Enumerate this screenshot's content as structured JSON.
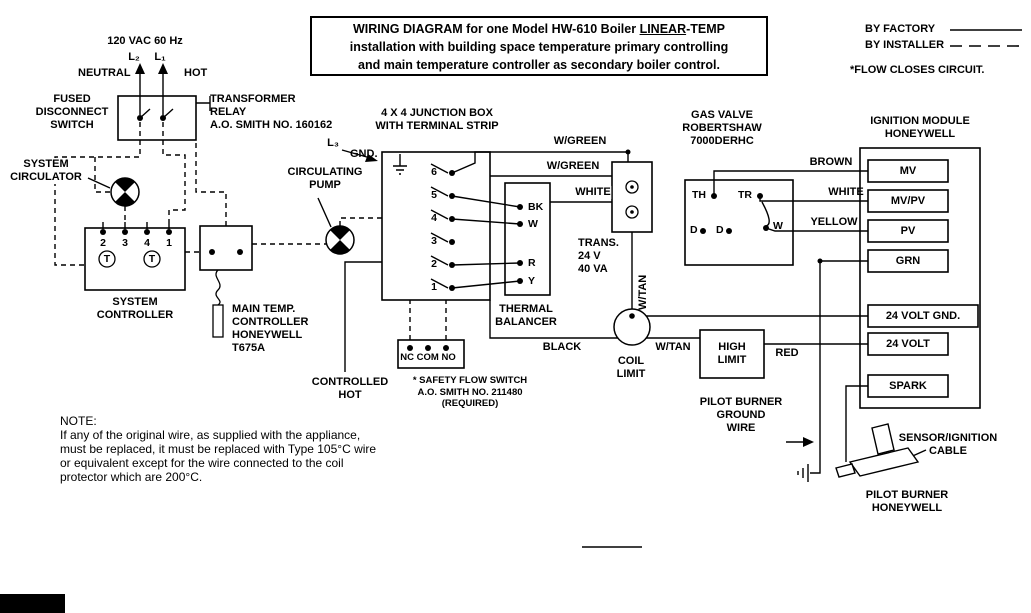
{
  "title": {
    "line1_pre": "WIRING DIAGRAM for one Model HW-610 Boiler ",
    "line1_underlined": "LINEAR",
    "line1_post": "-TEMP",
    "line2": "installation with building space temperature primary controlling",
    "line3": "and main temperature controller as secondary boiler control."
  },
  "legend": {
    "factory": "BY FACTORY",
    "installer": "BY INSTALLER",
    "flow": "*FLOW CLOSES CIRCUIT."
  },
  "power": {
    "supply": "120 VAC 60 Hz",
    "l2": "L₂",
    "l1": "L₁",
    "l3": "L₃",
    "neutral": "NEUTRAL",
    "hot": "HOT"
  },
  "labels": {
    "fused_disconnect": "FUSED\nDISCONNECT\nSWITCH",
    "transformer_relay": "TRANSFORMER\nRELAY\nA.O. SMITH NO. 160162",
    "system_circulator": "SYSTEM\nCIRCULATOR",
    "system_controller": "SYSTEM\nCONTROLLER",
    "main_temp_controller": "MAIN TEMP.\nCONTROLLER\nHONEYWELL\nT675A",
    "circulating_pump": "CIRCULATING\nPUMP",
    "junction_box": "4 X 4 JUNCTION BOX\nWITH TERMINAL STRIP",
    "gnd": "GND.",
    "thermal_balancer": "THERMAL\nBALANCER",
    "flow_switch": "* SAFETY FLOW SWITCH\nA.O. SMITH NO. 211480\n(REQUIRED)",
    "controlled_hot": "CONTROLLED\nHOT",
    "transformer": "TRANS.\n24 V\n40 VA",
    "coil_limit": "COIL\nLIMIT",
    "high_limit": "HIGH\nLIMIT",
    "gas_valve": "GAS VALVE\nROBERTSHAW\n7000DERHC",
    "ignition_module": "IGNITION MODULE\nHONEYWELL",
    "pilot_ground": "PILOT BURNER\nGROUND\nWIRE",
    "sensor_cable": "SENSOR/IGNITION\nCABLE",
    "pilot_burner": "PILOT BURNER\nHONEYWELL"
  },
  "wires": {
    "wgreen_top": "W/GREEN",
    "wgreen_mid": "W/GREEN",
    "white_trans": "WHITE",
    "wtan_vertical": "W/TAN",
    "black": "BLACK",
    "wtan_horizontal": "W/TAN",
    "red": "RED",
    "brown": "BROWN",
    "white_gas_valve": "WHITE",
    "yellow": "YELLOW"
  },
  "terminals": {
    "tstat": "T",
    "sys_ctrl": [
      "2",
      "3",
      "4",
      "1"
    ],
    "junction": [
      "6",
      "5",
      "4",
      "3",
      "2",
      "1"
    ],
    "thermal": [
      "BK",
      "W",
      "R",
      "Y"
    ],
    "flow": "NC COM NO",
    "gas_valve": {
      "th": "TH",
      "tr": "TR",
      "d1": "D",
      "d2": "D",
      "w": "W"
    },
    "module": [
      "MV",
      "MV/PV",
      "PV",
      "GRN",
      "24 VOLT GND.",
      "24 VOLT",
      "SPARK"
    ]
  },
  "note": {
    "heading": "NOTE:",
    "body": "If any of the original wire, as supplied with the appliance,\nmust be replaced, it must be replaced with Type 105°C wire\nor equivalent except for the wire connected  to the coil\nprotector which are 200°C."
  }
}
